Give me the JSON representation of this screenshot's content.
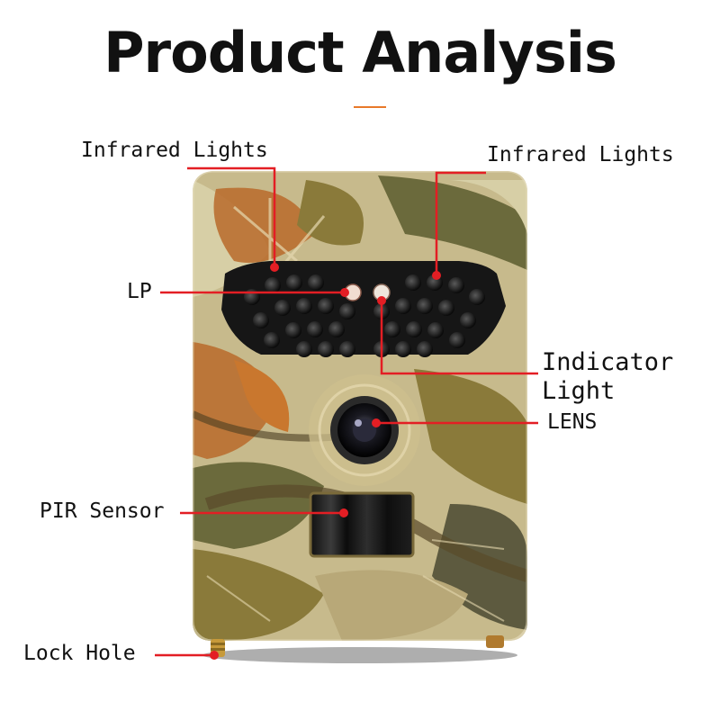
{
  "title": "Product Analysis",
  "accent_color": "#e8792a",
  "callout_color": "#e31e24",
  "camouflage_colors": [
    "#c7ba8c",
    "#6b6a3c",
    "#b86a2a",
    "#3a3a25",
    "#d7cfa6"
  ],
  "labels": {
    "infrared_left": "Infrared Lights",
    "infrared_right": "Infrared Lights",
    "lp": "LP",
    "indicator_line1": "Indicator",
    "indicator_line2": "Light",
    "lens": "LENS",
    "pir": "PIR Sensor",
    "lock": "Lock Hole"
  }
}
